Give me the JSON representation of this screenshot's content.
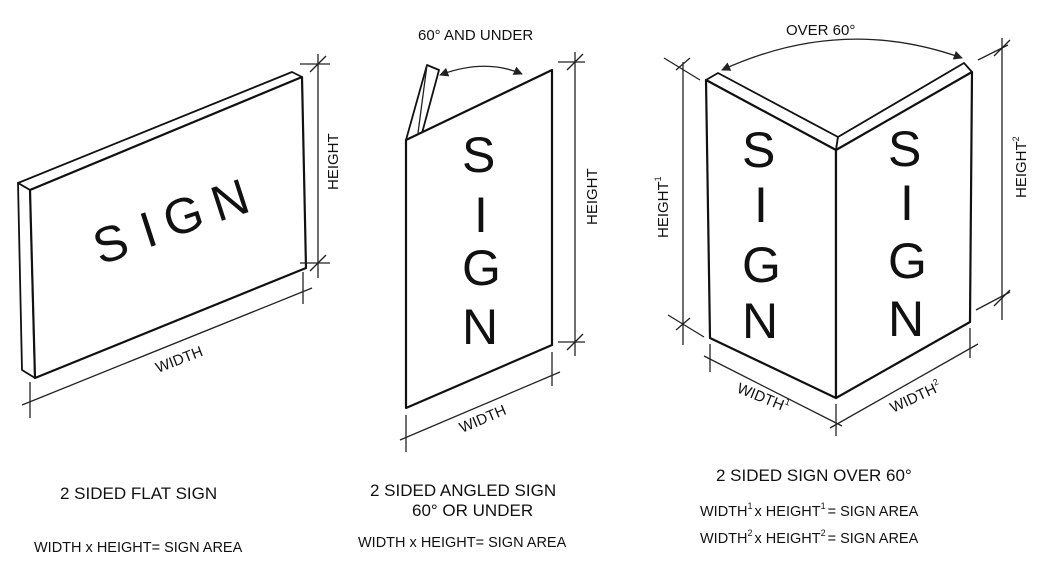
{
  "flat_sign": {
    "letters": [
      "S",
      "I",
      "G",
      "N"
    ],
    "height_label": "HEIGHT",
    "width_label": "WIDTH",
    "caption": "2 SIDED FLAT SIGN",
    "formula": "WIDTH x HEIGHT= SIGN AREA"
  },
  "angled_sign": {
    "angle_label": "60° AND UNDER",
    "letters": [
      "S",
      "I",
      "G",
      "N"
    ],
    "height_label": "HEIGHT",
    "width_label": "WIDTH",
    "caption_line1": "2 SIDED ANGLED SIGN",
    "caption_line2": "60° OR UNDER",
    "formula": "WIDTH x HEIGHT= SIGN AREA"
  },
  "over60_sign": {
    "angle_label": "OVER  60°",
    "letters": [
      "S",
      "I",
      "G",
      "N"
    ],
    "height1_label": "HEIGHT",
    "height1_sup": "1",
    "height2_label": "HEIGHT",
    "height2_sup": "2",
    "width1_label": "WIDTH",
    "width1_sup": "1",
    "width2_label": "WIDTH",
    "width2_sup": "2",
    "caption": "2 SIDED SIGN OVER 60°",
    "formula1": {
      "a": "WIDTH",
      "a_sup": "1",
      "x": "x HEIGHT",
      "b_sup": "1",
      "rest": "= SIGN AREA"
    },
    "formula2": {
      "a": "WIDTH",
      "a_sup": "2",
      "x": "x HEIGHT",
      "b_sup": "2",
      "rest": "= SIGN AREA"
    }
  }
}
